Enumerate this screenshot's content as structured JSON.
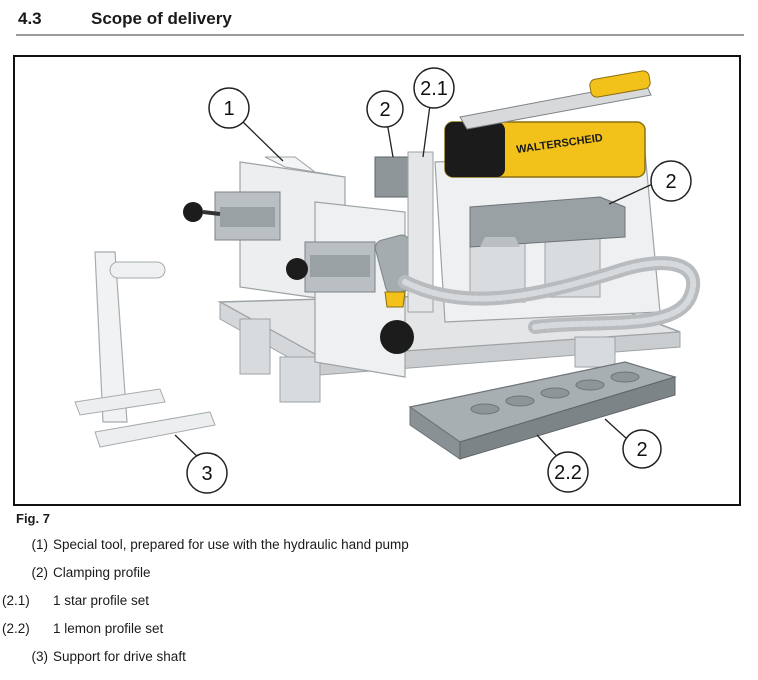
{
  "section": {
    "number": "4.3",
    "title": "Scope of delivery"
  },
  "figure": {
    "caption": "Fig. 7",
    "brand_label": "WALTERSCHEID",
    "callouts": {
      "c1": "1",
      "c2_top": "2",
      "c21": "2.1",
      "c2_right": "2",
      "c2_bottom": "2",
      "c22": "2.2",
      "c3": "3"
    }
  },
  "legend": [
    {
      "key": "(1)",
      "text": "Special tool, prepared for use with the hydraulic hand pump"
    },
    {
      "key": "(2)",
      "text": "Clamping profile"
    },
    {
      "key": "(2.1)",
      "text": "1 star profile set"
    },
    {
      "key": "(2.2)",
      "text": "1 lemon profile set"
    },
    {
      "key": "(3)",
      "text": "Support for drive shaft"
    }
  ],
  "colors": {
    "pump_yellow": "#f2c21b",
    "steel": "#b9bfc3",
    "frame": "#e8eaeb",
    "rule": "#9a9a9a"
  }
}
